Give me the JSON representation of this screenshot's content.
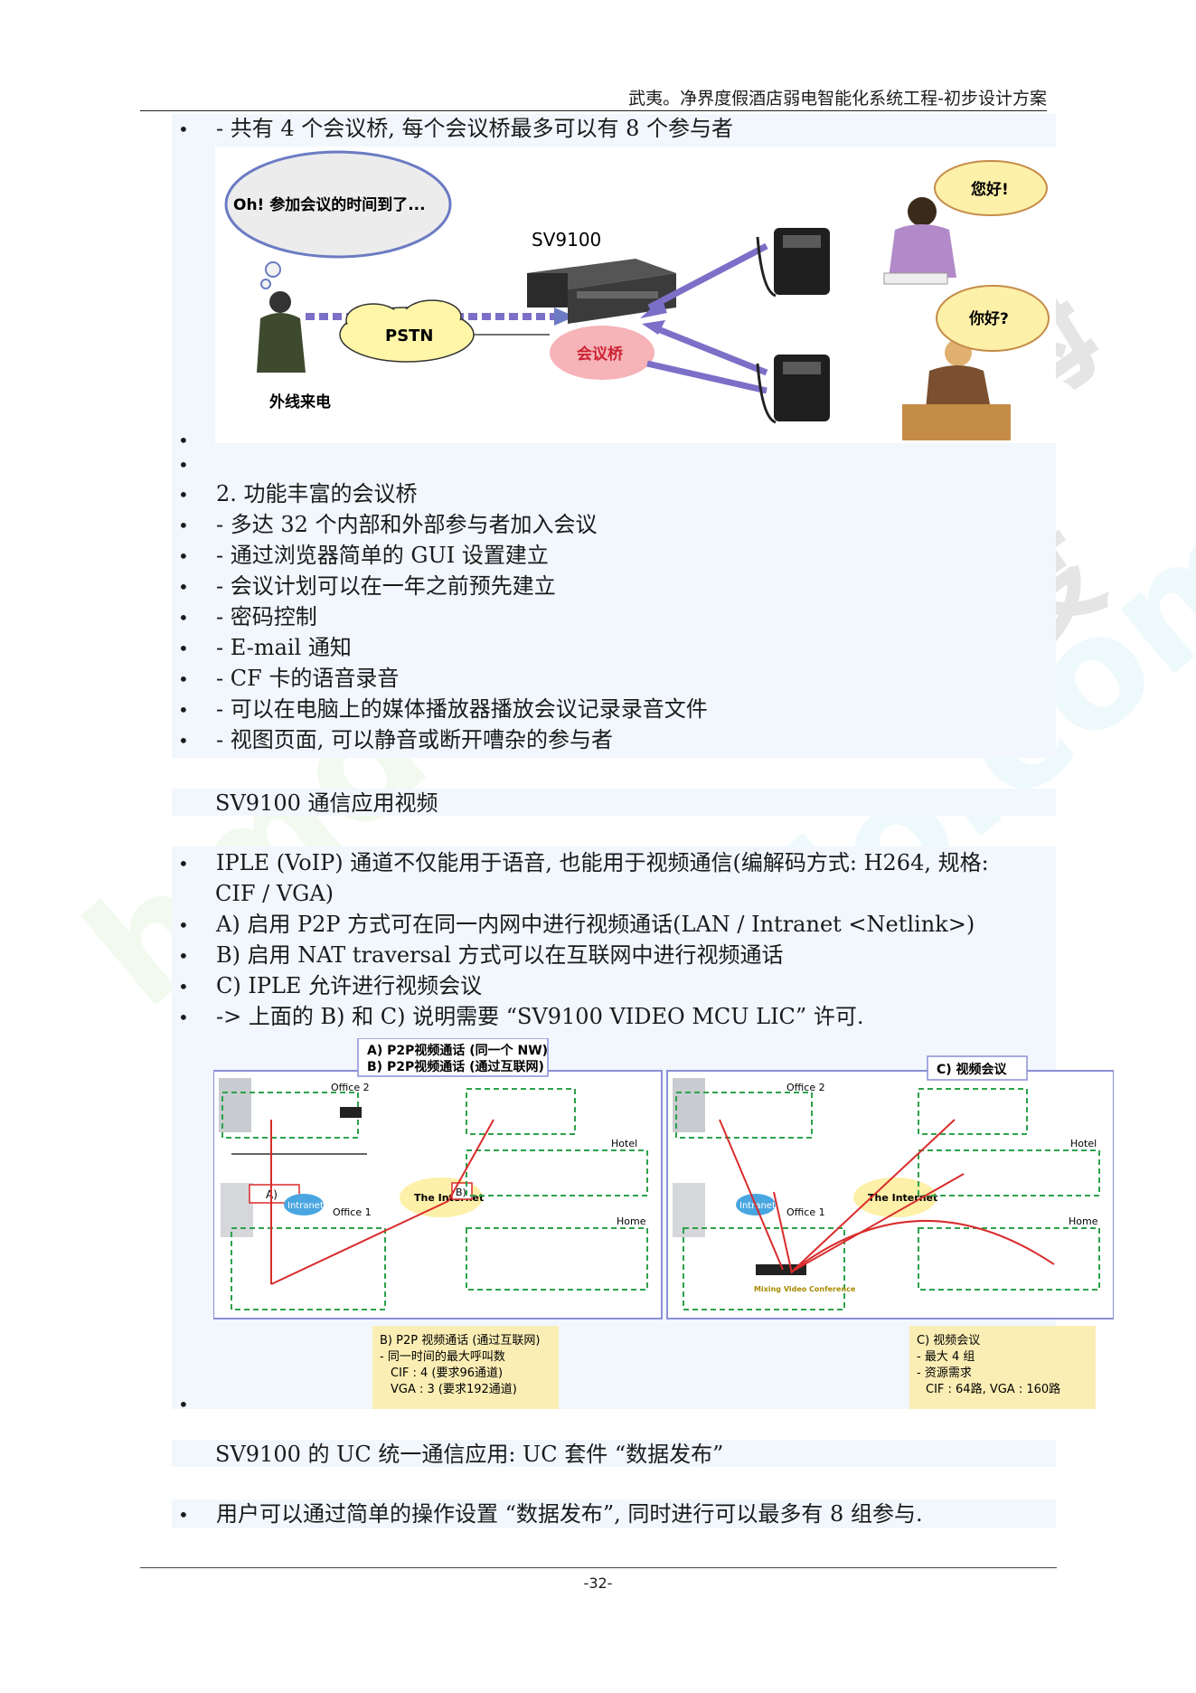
{
  "header": {
    "title": "武夷。净界度假酒店弱电智能化系统工程-初步设计方案"
  },
  "bullet_glyph": "•",
  "lines_top": [
    "- 共有 4 个会议桥, 每个会议桥最多可以有 8 个参与者"
  ],
  "figure1": {
    "bubble_left": "Oh! 参加会议的时间到了...",
    "device": "SV9100",
    "network": "PSTN",
    "bridge": "会议桥",
    "caller": "外线来电",
    "bubble_top_right": "您好!",
    "bubble_bottom_right": "你好?"
  },
  "empty_bullets": [
    "",
    ""
  ],
  "feature_list": [
    "2. 功能丰富的会议桥",
    "- 多达 32 个内部和外部参与者加入会议",
    "- 通过浏览器简单的 GUI 设置建立",
    "- 会议计划可以在一年之前预先建立",
    "- 密码控制",
    "- E-mail 通知",
    "- CF 卡的语音录音",
    "- 可以在电脑上的媒体播放器播放会议记录录音文件",
    "- 视图页面, 可以静音或断开嘈杂的参与者"
  ],
  "video_heading": "SV9100 通信应用视频",
  "video_list": [
    "IPLE (VoIP) 通道不仅能用于语音, 也能用于视频通信(编解码方式: H264, 规格:",
    "CIF / VGA)",
    "A) 启用 P2P 方式可在同一内网中进行视频通话(LAN / Intranet <Netlink>)",
    "B) 启用 NAT traversal 方式可以在互联网中进行视频通话",
    "C) IPLE 允许进行视频会议",
    "-> 上面的 B) 和 C) 说明需要 “SV9100 VIDEO MCU LIC” 许可."
  ],
  "figure2": {
    "left_title_a": "A) P2P视频通话 (同一个 NW)",
    "left_title_b": "B) P2P视频通话 (通过互联网)",
    "right_title": "C) 视频会议",
    "office2": "Office 2",
    "office1": "Office 1",
    "intranet": "Intranet",
    "internet": "The Internet",
    "hotel": "Hotel",
    "home": "Home",
    "label_a": "A)",
    "label_b": "B)",
    "mixing": "Mixing Video Conference",
    "note_left": [
      "B) P2P 视频通话 (通过互联网)",
      "- 同一时间的最大呼叫数",
      "CIF : 4 (要求96通道)",
      "VGA : 3 (要求192通道)"
    ],
    "note_right": [
      "C) 视频会议",
      "- 最大 4 组",
      "- 资源需求",
      "CIF : 64路, VGA : 160路"
    ]
  },
  "uc_heading": "SV9100 的 UC 统一通信应用: UC 套件 “数据发布”",
  "uc_list": [
    "用户可以通过简单的操作设置 “数据发布”, 同时进行可以最多有 8 组参与."
  ],
  "page_number": "-32-",
  "colors": {
    "band": "#f1f7fd",
    "note_bg": "#fbeeb4",
    "arrow_purple": "#7b6fc8",
    "red_line": "#d92c2c",
    "bridge_pink": "#f6b3b8"
  }
}
